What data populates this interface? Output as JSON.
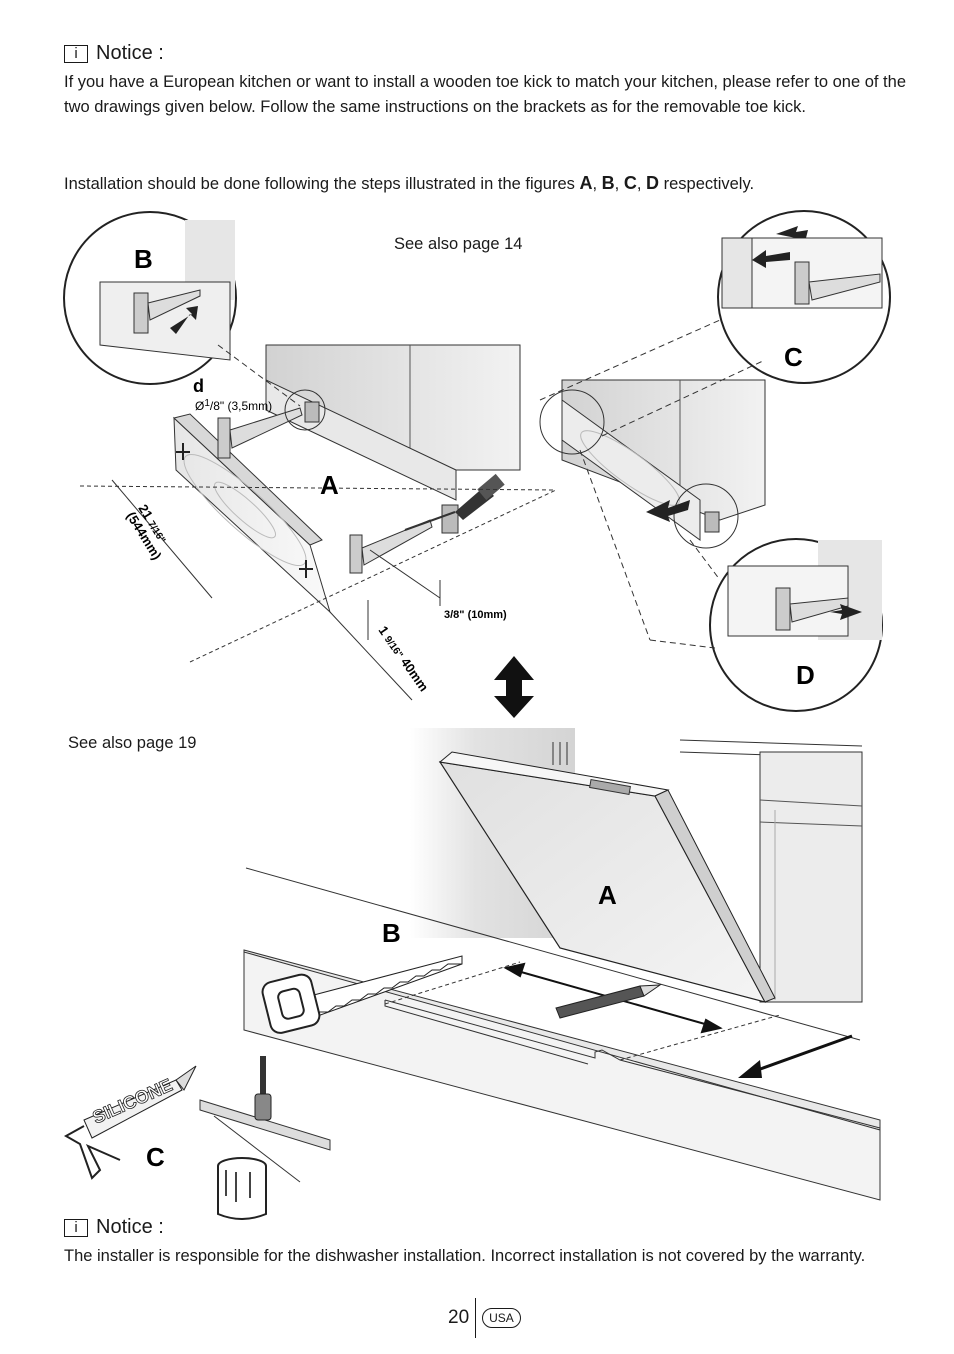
{
  "notice_top": {
    "icon_glyph": "i",
    "title": "Notice :",
    "text": "If you have a European kitchen or want to install a wooden toe kick to match your kitchen, please refer to one of the two drawings given below. Follow the same instructions on the brackets as for the removable toe kick."
  },
  "install_steps": {
    "prefix": "Installation should be done following the steps illustrated in the figures ",
    "a": "A",
    "sep1": ", ",
    "b": "B",
    "sep2": ", ",
    "c": "C",
    "sep3": ", ",
    "d": "D",
    "suffix": " respectively."
  },
  "figure_top": {
    "see_also": "See also page 14",
    "labels": {
      "a": "A",
      "b": "B",
      "c": "C",
      "d": "D",
      "small_d": "d"
    },
    "dim_diameter": {
      "symbol": "Ø",
      "sup": "1",
      "rest": "/8\" (3,5mm)"
    },
    "dim_width": {
      "main": "21",
      "frac": "7/16\"",
      "metric": "(544mm)"
    },
    "dim_height": {
      "main": "1",
      "frac": "9/16\"",
      "metric": "40mm"
    },
    "dim_offset": {
      "main": "3/8\"",
      "metric": "(10mm)"
    }
  },
  "figure_bottom": {
    "see_also": "See also page 19",
    "labels": {
      "a": "A",
      "b": "B",
      "c": "C"
    },
    "silicone_text": "SILICONE"
  },
  "notice_bottom": {
    "icon_glyph": "i",
    "title": "Notice :",
    "text": "The installer is responsible for the dishwasher installation. Incorrect installation is not covered by the warranty."
  },
  "footer": {
    "page_number": "20",
    "region": "USA"
  }
}
